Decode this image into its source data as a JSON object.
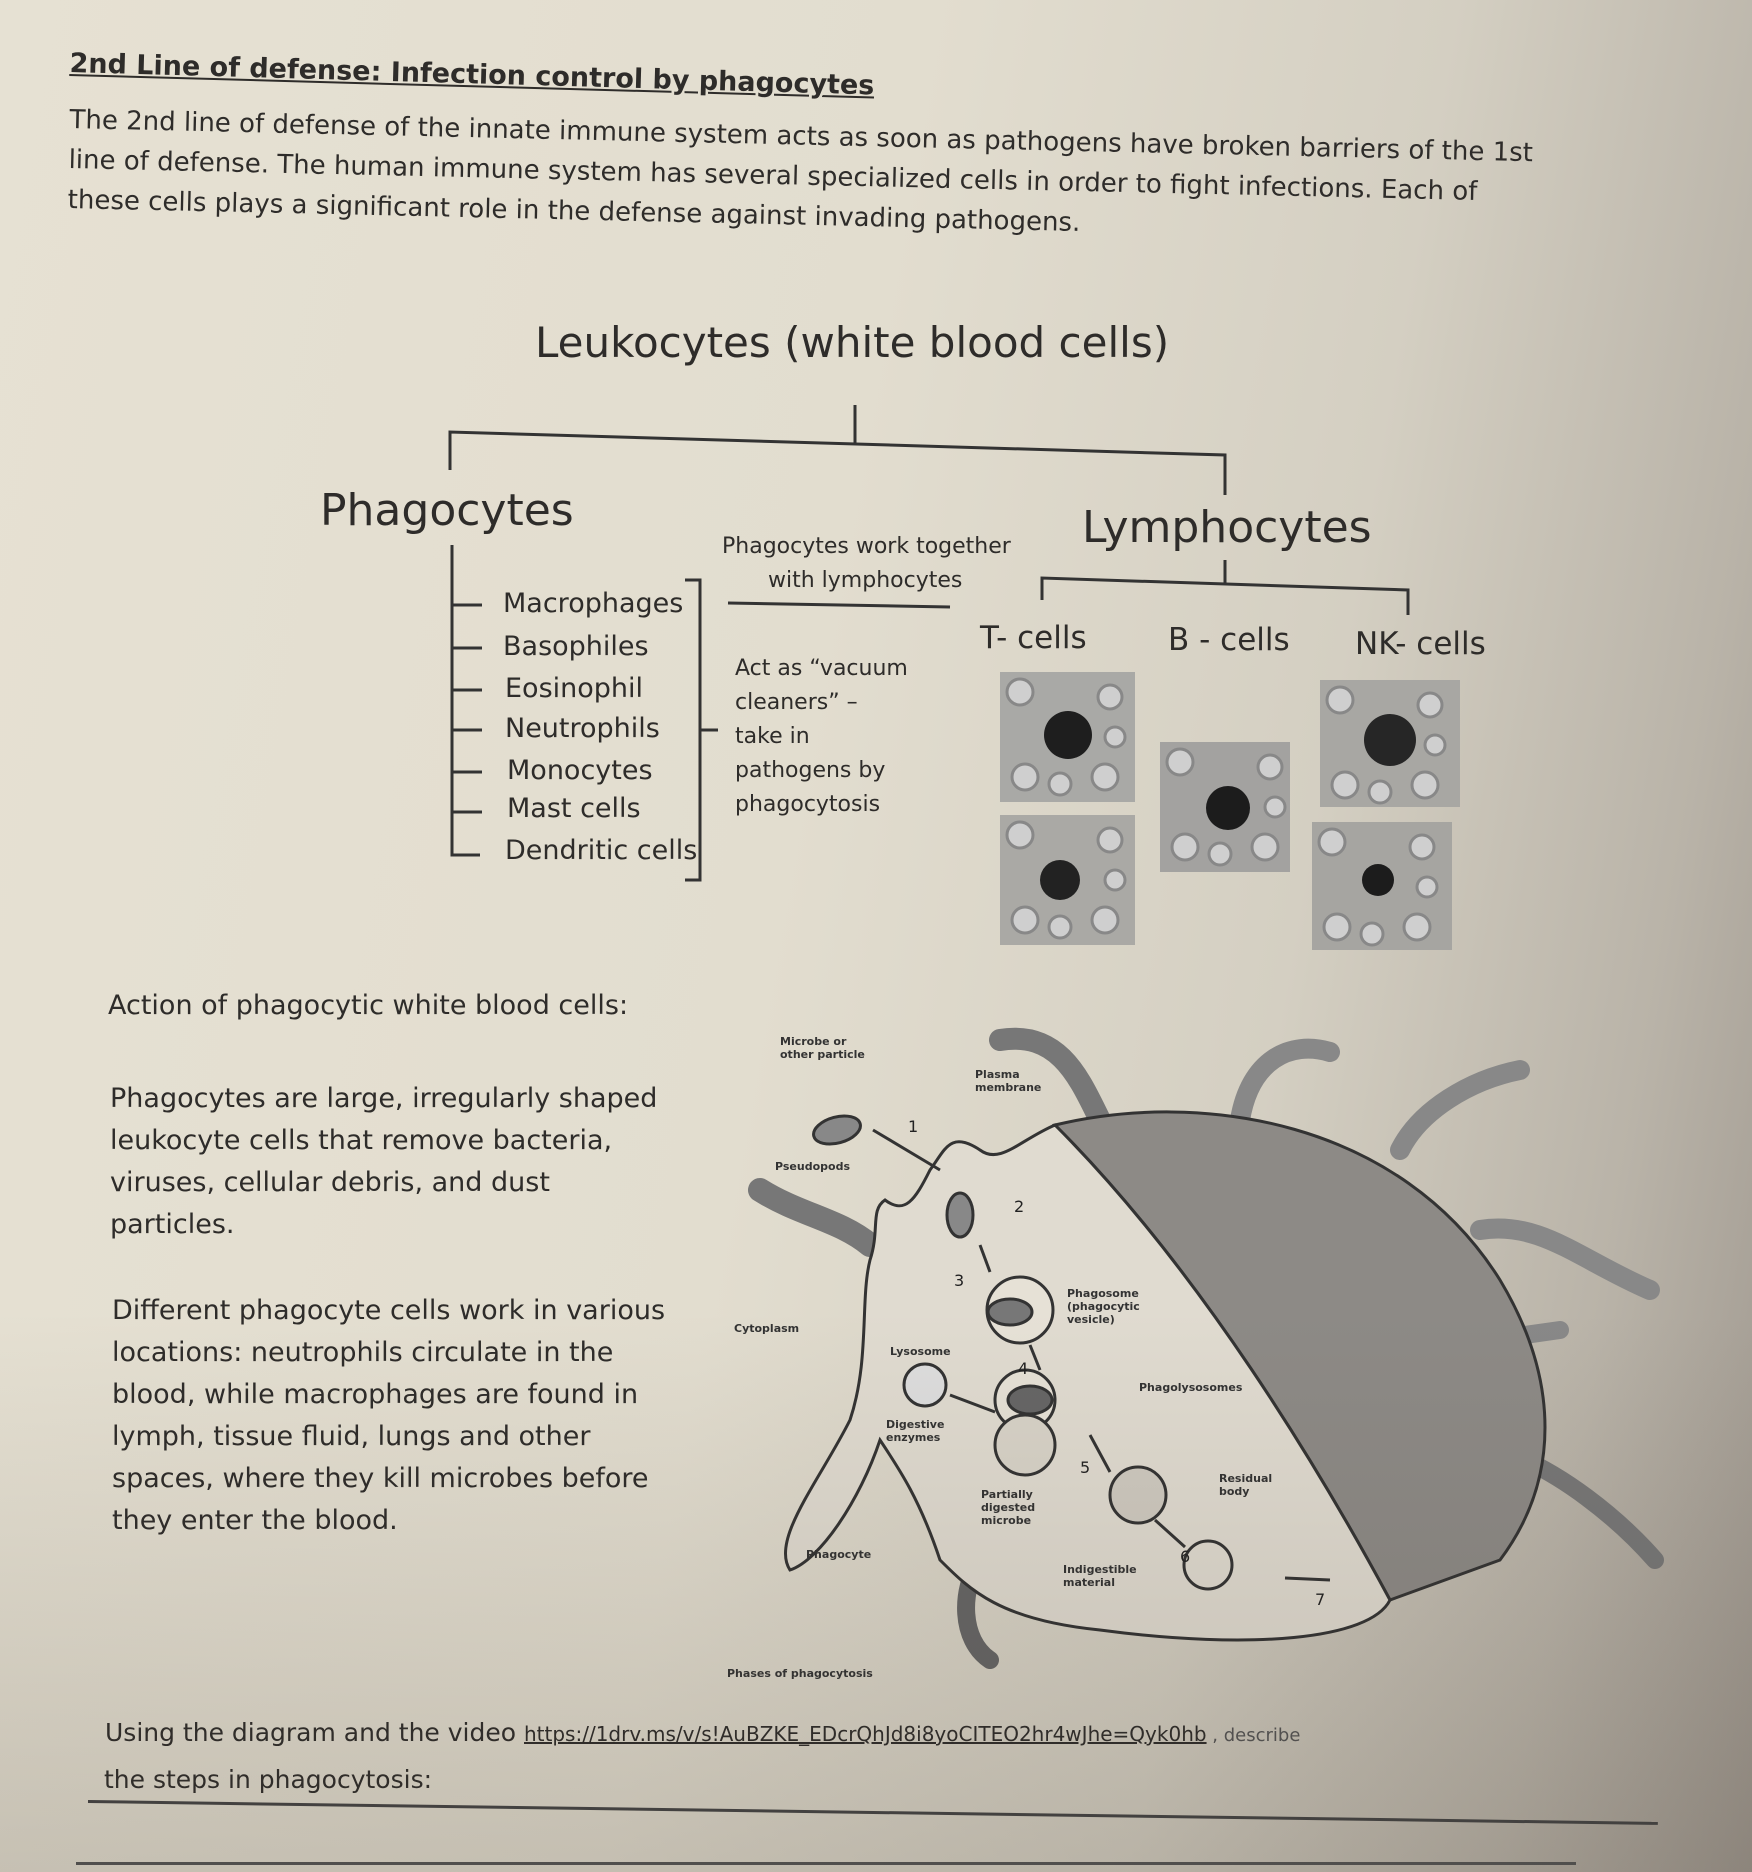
{
  "heading": {
    "title": "2nd Line of defense: Infection control by phagocytes"
  },
  "intro": {
    "lines": [
      "The 2nd line of defense of the innate immune system acts as soon as pathogens have broken barriers of the 1st",
      "line of defense. The human immune system has several specialized cells in order to fight infections. Each of",
      "these cells plays a significant role in the defense against invading pathogens."
    ]
  },
  "tree": {
    "root": "Leukocytes (white blood cells)",
    "phagocytes": {
      "label": "Phagocytes",
      "items": [
        "Macrophages",
        "Basophiles",
        "Eosinophil",
        "Neutrophils",
        "Monocytes",
        "Mast cells",
        "Dendritic cells"
      ]
    },
    "note_together": [
      "Phagocytes work together",
      "with lymphocytes"
    ],
    "note_vacuum": [
      "Act as “vacuum",
      "cleaners” –",
      "take in",
      "pathogens by",
      "phagocytosis"
    ],
    "lymphocytes": {
      "label": "Lymphocytes",
      "items": [
        "T- cells",
        "B - cells",
        "NK- cells"
      ]
    }
  },
  "action": {
    "heading": "Action of phagocytic white blood cells:",
    "para1": [
      "Phagocytes are large, irregularly shaped",
      "leukocyte cells that remove bacteria,",
      "viruses, cellular debris, and dust",
      "particles."
    ],
    "para2": [
      "Different phagocyte cells work in various",
      "locations: neutrophils circulate in the",
      "blood, while macrophages are found in",
      "lymph, tissue fluid, lungs and other",
      "spaces, where they kill microbes before",
      "they enter the blood."
    ]
  },
  "diagram": {
    "labels": {
      "microbe": [
        "Microbe or",
        "other particle"
      ],
      "plasma": [
        "Plasma",
        "membrane"
      ],
      "pseudopods": "Pseudopods",
      "cytoplasm": "Cytoplasm",
      "lysosome": "Lysosome",
      "phagosome": [
        "Phagosome",
        "(phagocytic",
        "vesicle)"
      ],
      "phagolysosomes": "Phagolysosomes",
      "digestive": [
        "Digestive",
        "enzymes"
      ],
      "partially": [
        "Partially",
        "digested",
        "microbe"
      ],
      "residual": [
        "Residual",
        "body"
      ],
      "phagocyte": "Phagocyte",
      "indigestible": [
        "Indigestible",
        "material"
      ],
      "caption": "Phases of phagocytosis"
    },
    "steps": [
      "1",
      "2",
      "3",
      "4",
      "5",
      "6",
      "7"
    ]
  },
  "question": {
    "prefix": "Using the diagram and the video ",
    "url": "https://1drv.ms/v/s!AuBZKE_EDcrQhJd8i8yoCITEO2hr4wJhe=Qyk0hb",
    "suffix": " , describe",
    "line2": "the steps in phagocytosis:"
  }
}
